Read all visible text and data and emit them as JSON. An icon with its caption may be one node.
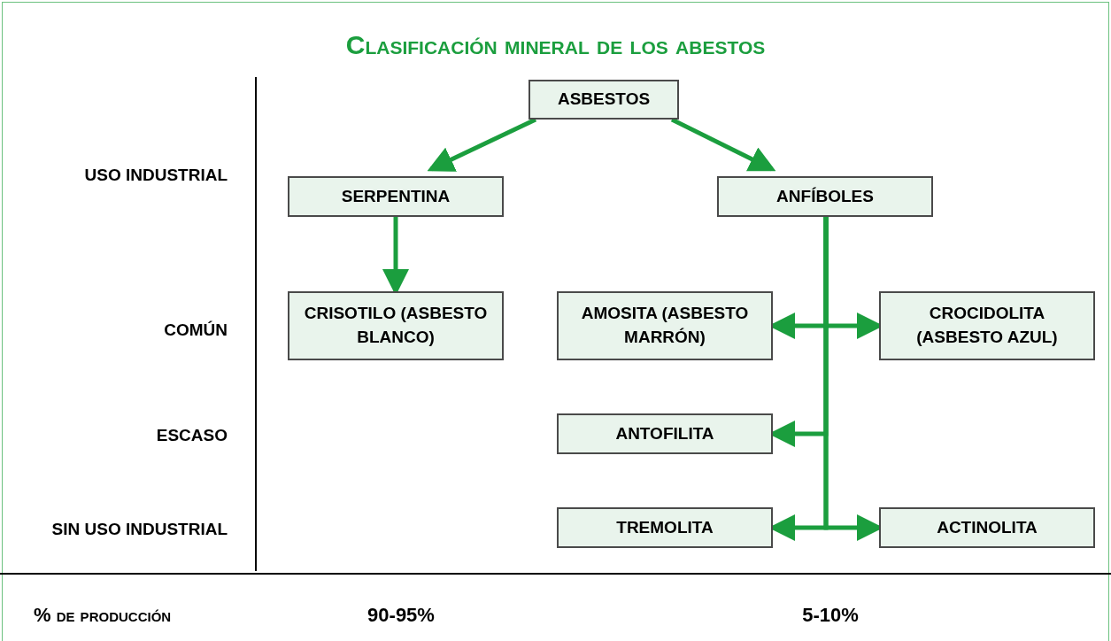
{
  "diagram": {
    "title": "Clasificación mineral de los abestos",
    "nodes": [
      {
        "text": [
          "ASBESTOS"
        ]
      },
      {
        "text": [
          "SERPENTINA"
        ]
      },
      {
        "text": [
          "ANFÍBOLES"
        ]
      },
      {
        "text": [
          "CRISOTILO (ASBESTO BLANCO)"
        ]
      },
      {
        "text": [
          "AMOSITA (ASBESTO MARRÓN)"
        ]
      },
      {
        "text": [
          "CROCIDOLITA (ASBESTO AZUL)"
        ]
      },
      {
        "text": [
          "ANTOFILITA"
        ]
      },
      {
        "text": [
          "TREMOLITA"
        ]
      },
      {
        "text": [
          "ACTINOLITA"
        ]
      }
    ],
    "edges": [
      {
        "from": 0,
        "to": 1,
        "arrow": "to"
      },
      {
        "from": 0,
        "to": 2,
        "arrow": "to"
      },
      {
        "from": 1,
        "to": 3,
        "arrow": "to"
      },
      {
        "from": 2,
        "to": 4,
        "arrow": "to"
      },
      {
        "from": 2,
        "to": 5,
        "arrow": "to"
      },
      {
        "from": 2,
        "to": 6,
        "arrow": "to"
      },
      {
        "from": 2,
        "to": 7,
        "arrow": "to"
      },
      {
        "from": 2,
        "to": 8,
        "arrow": "to"
      }
    ],
    "labels": [
      "USO INDUSTRIAL",
      "COMÚN",
      "ESCASO",
      "SIN USO INDUSTRIAL",
      "% de producción",
      "90-95%",
      "5-10%"
    ]
  }
}
